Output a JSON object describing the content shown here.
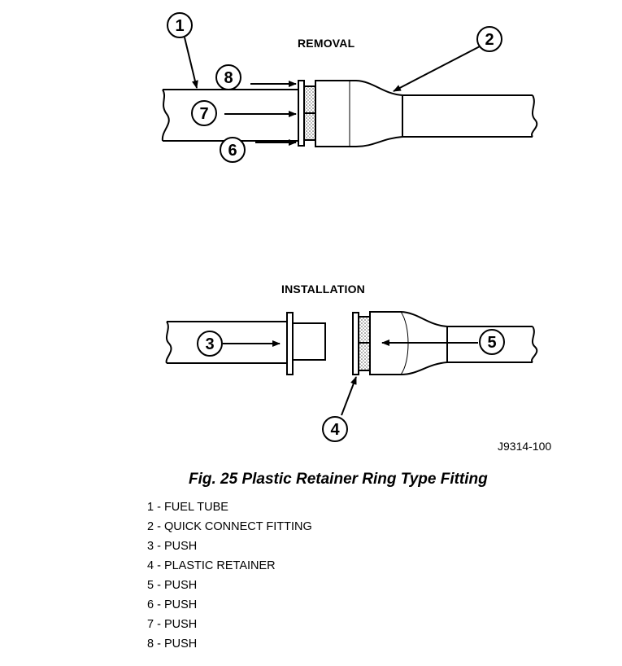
{
  "removal_label": "REMOVAL",
  "installation_label": "INSTALLATION",
  "callouts": [
    "1",
    "2",
    "3",
    "4",
    "5",
    "6",
    "7",
    "8"
  ],
  "reference_code": "J9314-100",
  "caption": "Fig. 25 Plastic Retainer Ring Type Fitting",
  "legend": [
    "1 - FUEL TUBE",
    "2 - QUICK CONNECT FITTING",
    "3 - PUSH",
    "4 - PLASTIC RETAINER",
    "5 - PUSH",
    "6 - PUSH",
    "7 - PUSH",
    "8 - PUSH"
  ]
}
